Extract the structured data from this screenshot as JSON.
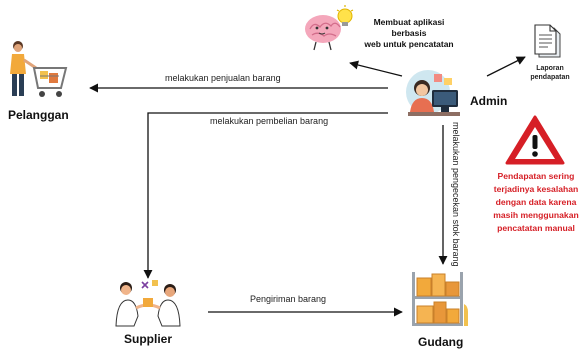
{
  "nodes": {
    "admin": "Admin",
    "pelanggan": "Pelanggan",
    "supplier": "Supplier",
    "gudang": "Gudang"
  },
  "edges": {
    "admin_to_pelanggan": "melakukan penjualan barang",
    "admin_to_supplier": "melakukan pembelian barang",
    "admin_to_gudang": "melakukan pengecekan stok barang",
    "supplier_to_gudang": "Pengiriman barang"
  },
  "notes": {
    "idea_line1": "Membuat aplikasi berbasis",
    "idea_line2": "web untuk pencatatan",
    "report_line1": "Laporan",
    "report_line2": "pendapatan"
  },
  "warning": {
    "line1": "Pendapatan sering",
    "line2": "terjadinya kesalahan",
    "line3": "dengan data karena",
    "line4": "masih menggunakan",
    "line5": "pencatatan manual",
    "color": "#d61f26"
  },
  "icons": [
    "brain-lightbulb-icon",
    "document-icon",
    "warning-triangle-icon",
    "shopping-cart-person-icon",
    "admin-computer-icon",
    "handshake-people-icon",
    "warehouse-boxes-icon"
  ]
}
